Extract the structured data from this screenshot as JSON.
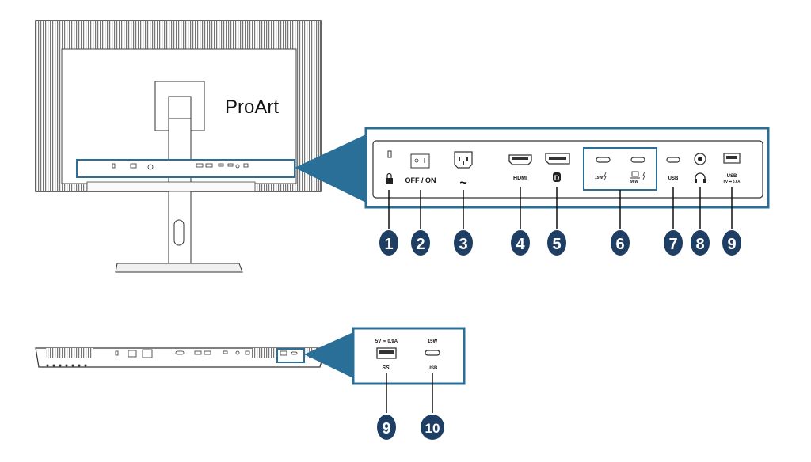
{
  "brand": "ProArt",
  "colors": {
    "accent": "#2a6f97",
    "callout": "#1f5f86",
    "badge": "#1f3e63",
    "panel": "#3a3a3a"
  },
  "rear_panel": {
    "power_switch_label": "OFF / ON",
    "power_symbol": "~",
    "hdmi_label": "HDMI",
    "dp_label": "D",
    "usbc_15w_label": "15W",
    "usbc_96w_label": "96W",
    "usbc_data_label": "USB",
    "usba_label": "USB",
    "usba_rating": "5V ⎓ 0.9A",
    "callouts": [
      "1",
      "2",
      "3",
      "4",
      "5",
      "6",
      "7",
      "8",
      "9"
    ]
  },
  "side_panel": {
    "usba_rating": "5V ⎓ 0.9A",
    "usba_logo": "SS",
    "usbc_rating": "15W",
    "usbc_label": "USB",
    "callouts": [
      "9",
      "10"
    ]
  }
}
